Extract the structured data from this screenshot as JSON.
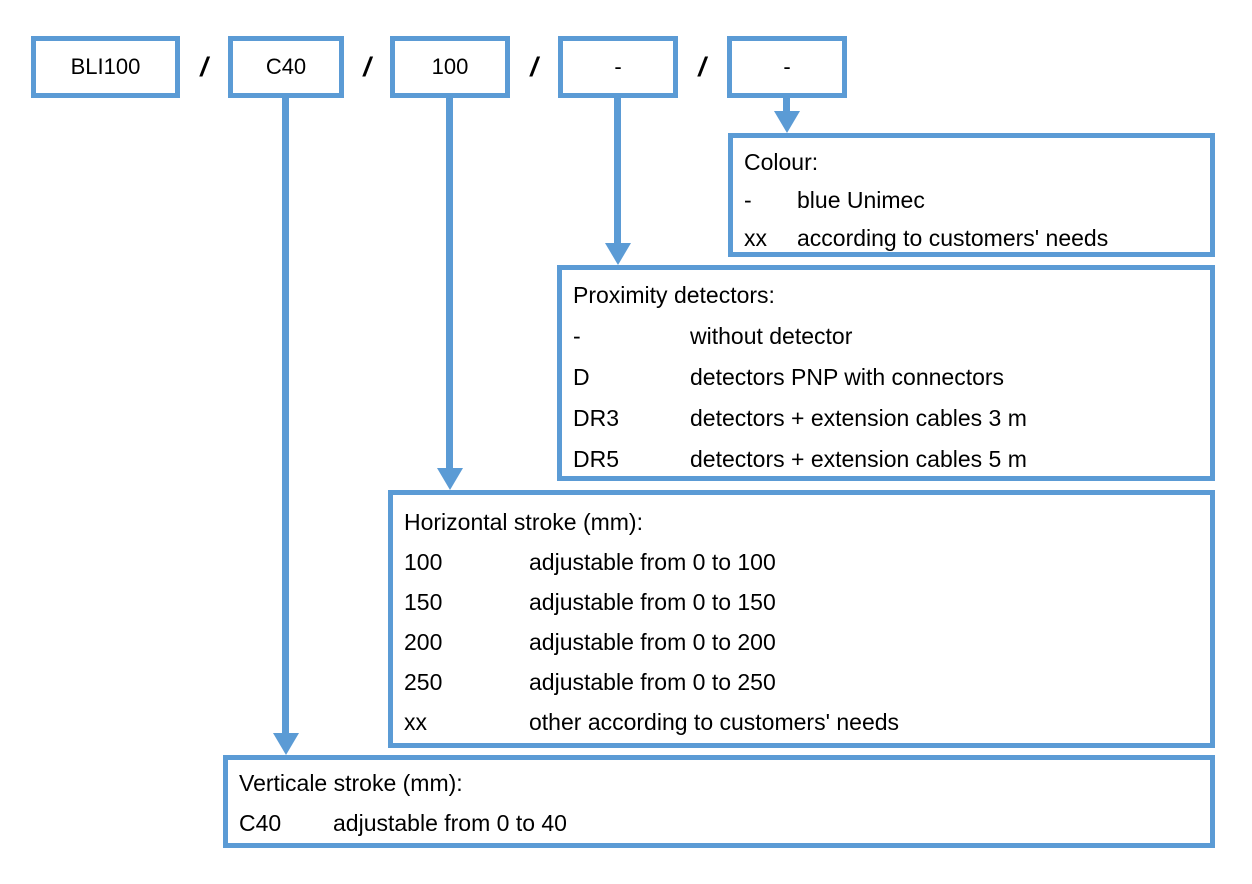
{
  "diagram": {
    "accent_color": "#5B9BD5",
    "separator": "/",
    "code_boxes": [
      {
        "label": "BLI100"
      },
      {
        "label": "C40"
      },
      {
        "label": "100"
      },
      {
        "label": "-"
      },
      {
        "label": "-"
      }
    ],
    "panels": [
      {
        "id": "colour",
        "title": "Colour:",
        "rows": [
          {
            "code": "-",
            "desc": "blue Unimec"
          },
          {
            "code": "xx",
            "desc": "according to customers' needs"
          }
        ]
      },
      {
        "id": "proximity-detectors",
        "title": "Proximity detectors:",
        "rows": [
          {
            "code": "-",
            "desc": "without detector"
          },
          {
            "code": "D",
            "desc": "detectors PNP with connectors"
          },
          {
            "code": "DR3",
            "desc": "detectors + extension cables 3 m"
          },
          {
            "code": "DR5",
            "desc": "detectors + extension cables 5 m"
          }
        ]
      },
      {
        "id": "horizontal-stroke",
        "title": "Horizontal stroke (mm):",
        "rows": [
          {
            "code": "100",
            "desc": "adjustable from 0 to 100"
          },
          {
            "code": "150",
            "desc": "adjustable from 0 to 150"
          },
          {
            "code": "200",
            "desc": "adjustable from 0 to 200"
          },
          {
            "code": "250",
            "desc": "adjustable from 0 to 250"
          },
          {
            "code": "xx",
            "desc": "other according to customers' needs"
          }
        ]
      },
      {
        "id": "vertical-stroke",
        "title": "Verticale stroke (mm):",
        "rows": [
          {
            "code": "C40",
            "desc": "adjustable from 0 to 40"
          }
        ]
      }
    ]
  }
}
